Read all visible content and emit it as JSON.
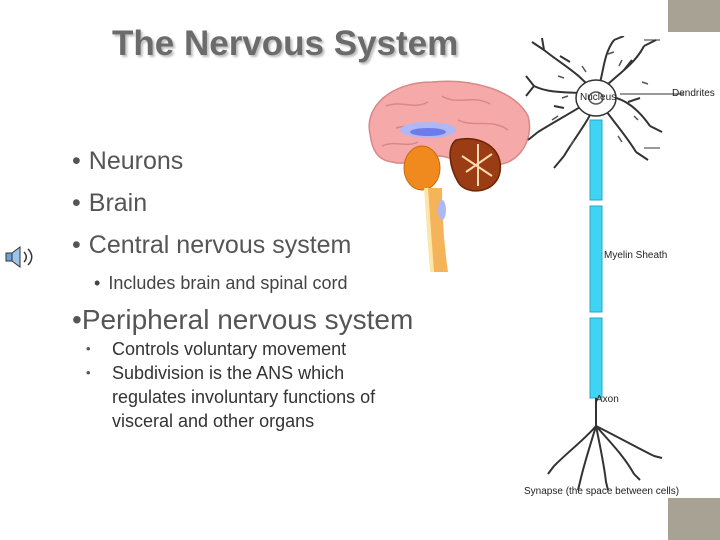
{
  "slide": {
    "title": "The Nervous System",
    "bullets": [
      "Neurons",
      "Brain",
      "Central nervous system"
    ],
    "cns_sub": "Includes brain and spinal cord",
    "pns_heading": "Peripheral nervous system",
    "pns_subs": [
      "Controls voluntary movement",
      "Subdivision is the ANS which regulates involuntary functions of visceral and other organs"
    ]
  },
  "neuron_labels": {
    "nucleus": "Nucleus",
    "dendrites": "Dendrites",
    "myelin": "Myelin Sheath",
    "axon": "Axon",
    "synapse": "Synapse (the space between cells)"
  },
  "colors": {
    "accent": "#a8a294",
    "axon": "#33d6f2",
    "brain": "#f4a6a6"
  },
  "icons": [
    "speaker-icon",
    "brain-illustration",
    "neuron-illustration"
  ]
}
